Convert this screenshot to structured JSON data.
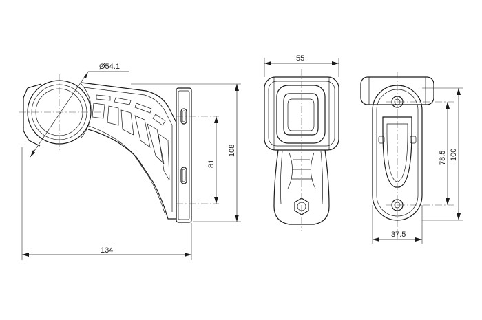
{
  "drawing": {
    "dimensions": {
      "diameter": "Ø54.1",
      "side_width": "134",
      "side_height_total": "108",
      "side_height_inner": "81",
      "front_width": "55",
      "back_height_total": "100",
      "back_height_holes": "78.5",
      "back_width": "37.5"
    }
  }
}
